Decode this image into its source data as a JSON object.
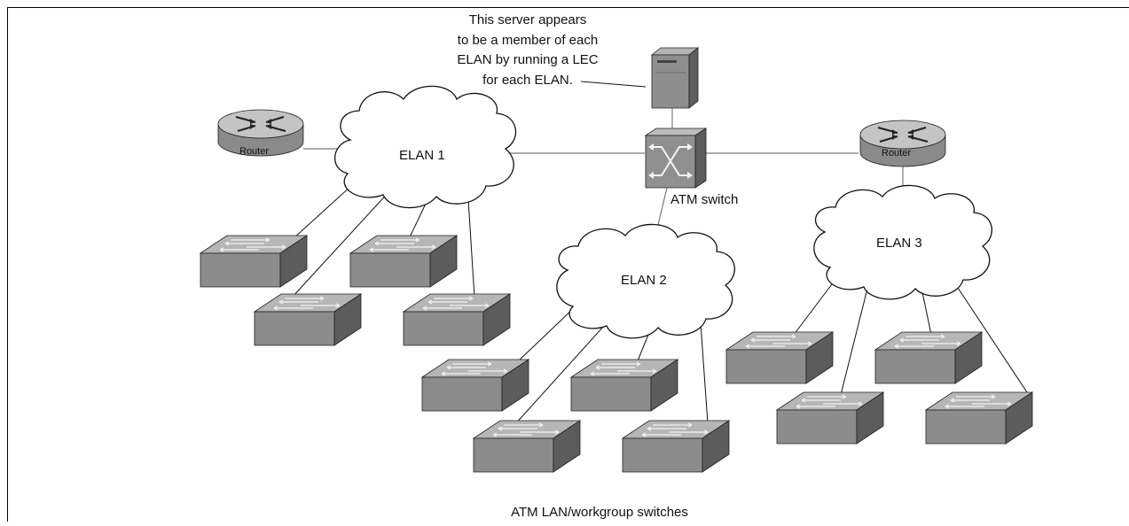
{
  "server_note": [
    "This server appears",
    "to be a member of each",
    "ELAN by running a LEC",
    "for each ELAN."
  ],
  "elans": [
    "ELAN 1",
    "ELAN 2",
    "ELAN 3"
  ],
  "routers": [
    "Router",
    "Router"
  ],
  "atm_switch_label": "ATM switch",
  "footer_label": "ATM LAN/workgroup switches",
  "colors": {
    "device_top": "#b4b4b4",
    "device_front": "#8c8c8c",
    "device_side": "#5e5e5e",
    "link": "#7a7a7a",
    "cloud_stroke": "#111111"
  }
}
